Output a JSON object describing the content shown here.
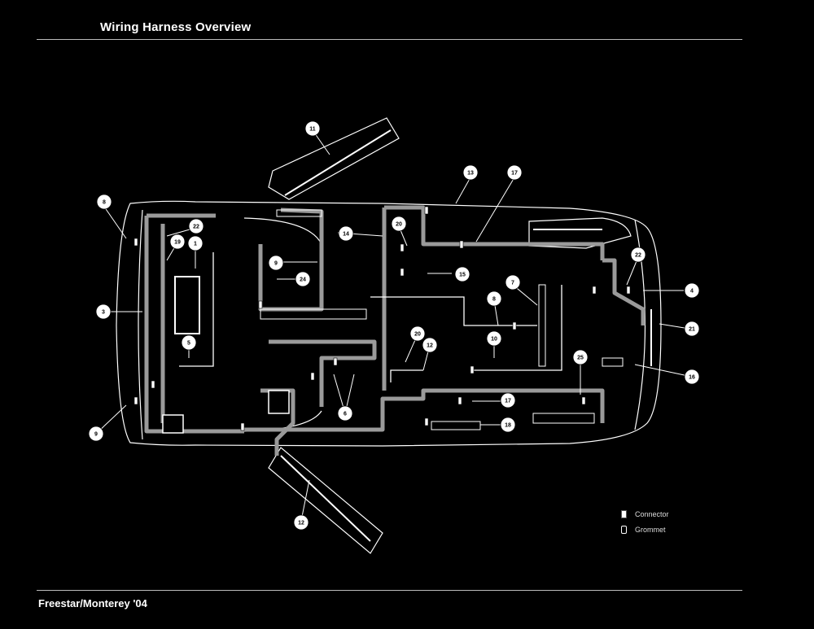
{
  "header": {
    "title": "Wiring Harness Overview"
  },
  "footer": {
    "text": "Freestar/Monterey '04"
  },
  "legend": [
    {
      "label": "Connector",
      "symbol": "connector"
    },
    {
      "label": "Grommet",
      "symbol": "grommet"
    }
  ],
  "callouts": [
    {
      "label": "11"
    },
    {
      "label": "13"
    },
    {
      "label": "17"
    },
    {
      "label": "8"
    },
    {
      "label": "22"
    },
    {
      "label": "19"
    },
    {
      "label": "1"
    },
    {
      "label": "20"
    },
    {
      "label": "14"
    },
    {
      "label": "9"
    },
    {
      "label": "24"
    },
    {
      "label": "15"
    },
    {
      "label": "22"
    },
    {
      "label": "4"
    },
    {
      "label": "7"
    },
    {
      "label": "8"
    },
    {
      "label": "3"
    },
    {
      "label": "20"
    },
    {
      "label": "5"
    },
    {
      "label": "10"
    },
    {
      "label": "21"
    },
    {
      "label": "12"
    },
    {
      "label": "25"
    },
    {
      "label": "16"
    },
    {
      "label": "6"
    },
    {
      "label": "9"
    },
    {
      "label": "17"
    },
    {
      "label": "18"
    },
    {
      "label": "12"
    }
  ]
}
